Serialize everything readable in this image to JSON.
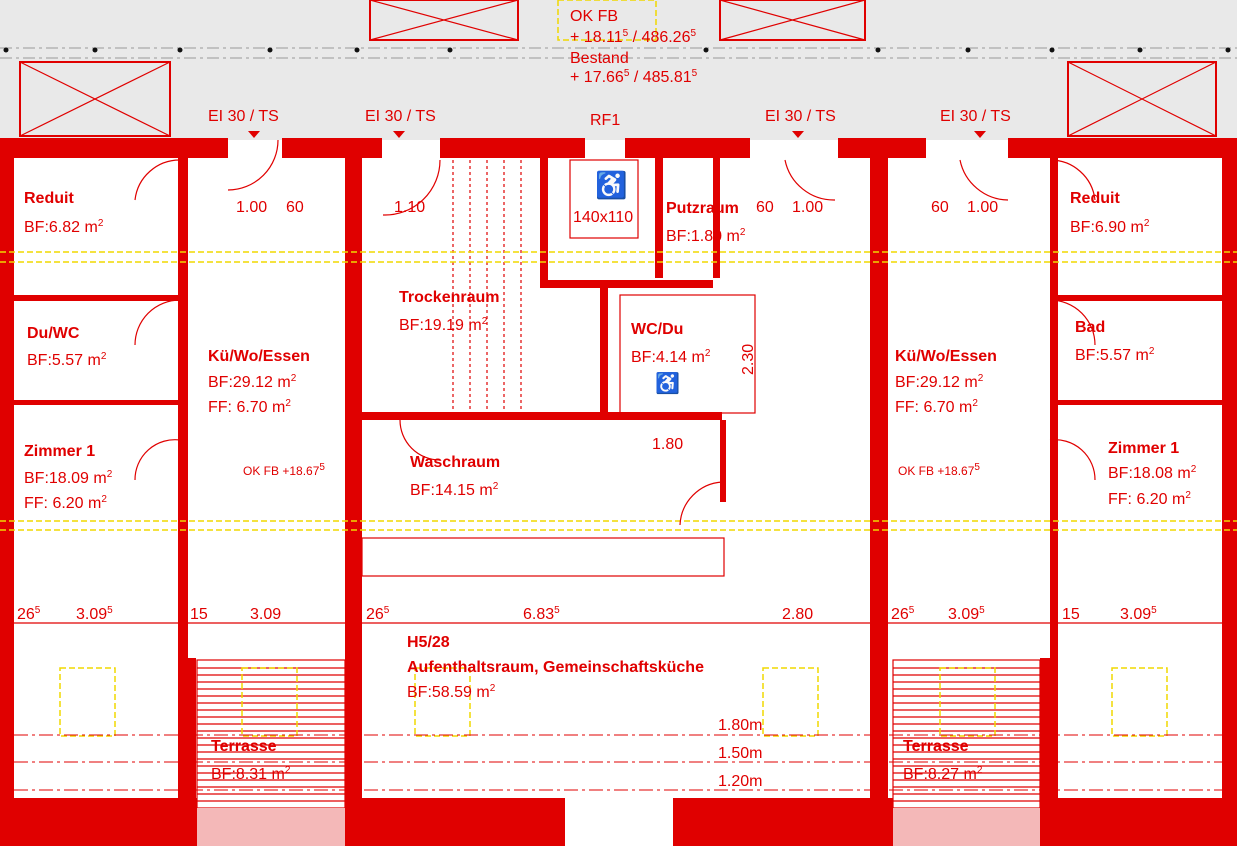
{
  "level": {
    "ok_fb_label": "OK FB",
    "ok_fb_value": "+ 18.11",
    "ok_fb_sup": "5",
    "ok_fb_abs": " / 486.26",
    "ok_fb_abs_sup": "5",
    "bestand_label": "Bestand",
    "bestand_value": "+ 17.66",
    "bestand_sup": "5",
    "bestand_abs": " / 485.81",
    "bestand_abs_sup": "5"
  },
  "doors": [
    "EI 30 / TS",
    "EI 30 / TS",
    "EI 30 / TS",
    "EI 30 / TS"
  ],
  "rf1": "RF1",
  "accessible_wc": "140x110",
  "rooms": {
    "reduit_l": {
      "name": "Reduit",
      "bf": "BF:6.82 m",
      "sup": "2"
    },
    "duwc_l": {
      "name": "Du/WC",
      "bf": "BF:5.57 m",
      "sup": "2"
    },
    "kue_l": {
      "name": "Kü/Wo/Essen",
      "bf": "BF:29.12 m",
      "ff": "FF:  6.70 m",
      "sup": "2"
    },
    "zimmer_l": {
      "name": "Zimmer 1",
      "bf": "BF:18.09 m",
      "ff": "FF:  6.20 m",
      "sup": "2"
    },
    "terrasse_l": {
      "name": "Terrasse",
      "bf": "BF:8.31 m",
      "sup": "2"
    },
    "trocken": {
      "name": "Trockenraum",
      "bf": "BF:19.19 m",
      "sup": "2"
    },
    "putz": {
      "name": "Putzraum",
      "bf": "BF:1.80 m",
      "sup": "2"
    },
    "wcdu": {
      "name": "WC/Du",
      "bf": "BF:4.14 m",
      "sup": "2"
    },
    "wasch": {
      "name": "Waschraum",
      "bf": "BF:14.15 m",
      "sup": "2"
    },
    "aufenthalt": {
      "code": "H5/28",
      "name": "Aufenthaltsraum, Gemeinschaftsküche",
      "bf": "BF:58.59 m",
      "sup": "2"
    },
    "reduit_r": {
      "name": "Reduit",
      "bf": "BF:6.90 m",
      "sup": "2"
    },
    "bad_r": {
      "name": "Bad",
      "bf": "BF:5.57 m",
      "sup": "2"
    },
    "kue_r": {
      "name": "Kü/Wo/Essen",
      "bf": "BF:29.12 m",
      "ff": "FF:  6.70 m",
      "sup": "2"
    },
    "zimmer_r": {
      "name": "Zimmer 1",
      "bf": "BF:18.08 m",
      "ff": "FF:  6.20 m",
      "sup": "2"
    },
    "terrasse_r": {
      "name": "Terrasse",
      "bf": "BF:8.27 m",
      "sup": "2"
    }
  },
  "okfb_small": {
    "left": "OK FB +18.67",
    "right": "OK FB +18.67",
    "sup": "5"
  },
  "dims_top": [
    "1.00",
    "60",
    "1.10",
    "60",
    "1.00",
    "60",
    "1.00"
  ],
  "dim_230": "2.30",
  "dim_180": "1.80",
  "dims_row": [
    {
      "v": "26",
      "s": "5"
    },
    {
      "v": "3.09",
      "s": "5"
    },
    {
      "v": "15",
      "s": ""
    },
    {
      "v": "3.09",
      "s": ""
    },
    {
      "v": "26",
      "s": "5"
    },
    {
      "v": "6.83",
      "s": "5"
    },
    {
      "v": "2.80",
      "s": ""
    },
    {
      "v": "26",
      "s": "5"
    },
    {
      "v": "3.09",
      "s": "5"
    },
    {
      "v": "15",
      "s": ""
    },
    {
      "v": "3.09",
      "s": "5"
    }
  ],
  "heights": [
    "1.80m",
    "1.50m",
    "1.20m"
  ]
}
